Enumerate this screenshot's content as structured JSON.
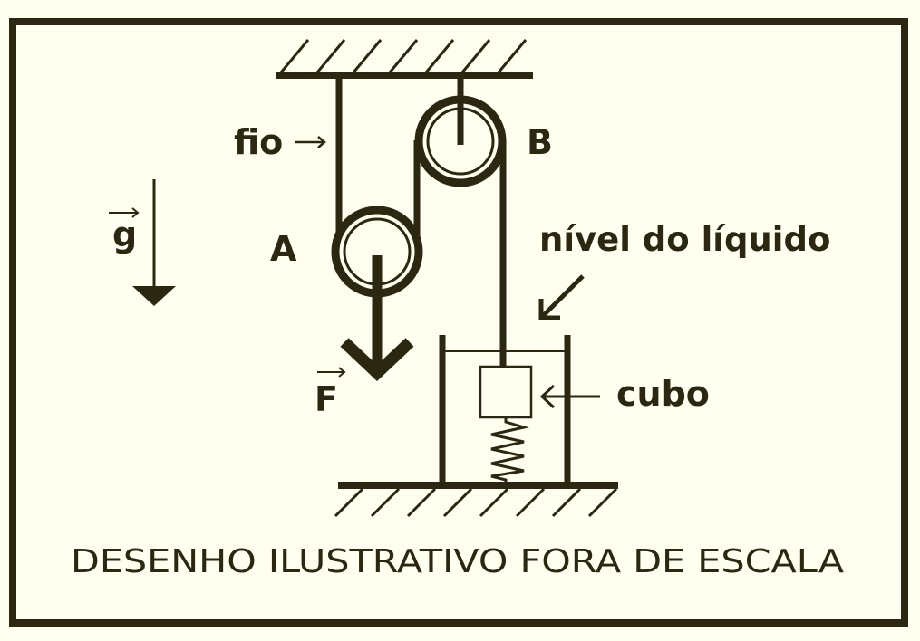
{
  "labels": {
    "fio": "fio",
    "pulley_a": "A",
    "pulley_b": "B",
    "gravity": "g",
    "force": "F",
    "liquid_level": "nível do líquido",
    "cube": "cubo"
  },
  "caption": "DESENHO ILUSTRATIVO FORA DE ESCALA",
  "colors": {
    "background": "#fffff0",
    "ink": "#2b2710"
  }
}
